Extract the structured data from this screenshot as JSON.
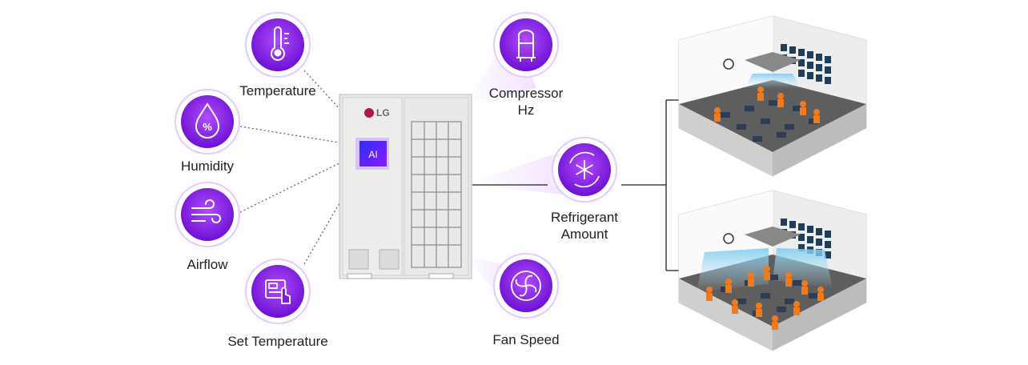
{
  "inputs": [
    {
      "id": "temperature",
      "label": "Temperature",
      "icon": "thermometer-icon"
    },
    {
      "id": "humidity",
      "label": "Humidity",
      "icon": "humidity-drop-icon"
    },
    {
      "id": "airflow",
      "label": "Airflow",
      "icon": "wind-icon"
    },
    {
      "id": "set-temperature",
      "label": "Set Temperature",
      "icon": "thermostat-touch-icon"
    }
  ],
  "outputs": [
    {
      "id": "compressor",
      "label_line1": "Compressor",
      "label_line2": "Hz",
      "icon": "compressor-icon"
    },
    {
      "id": "refrigerant",
      "label_line1": "Refrigerant",
      "label_line2": "Amount",
      "icon": "snowflake-cycle-icon"
    },
    {
      "id": "fan",
      "label_line1": "Fan Speed",
      "label_line2": "",
      "icon": "fan-icon"
    }
  ],
  "unit": {
    "brand": "LG",
    "chip_label": "AI",
    "colors": {
      "accent": "#7a1fd6",
      "glow": "#c58cff",
      "occupant": "#f07a1e",
      "airflow": "#9fd8f5"
    }
  },
  "rooms": [
    {
      "id": "room-low-occupancy",
      "icon": "classroom-low-occupancy"
    },
    {
      "id": "room-high-occupancy",
      "icon": "classroom-high-occupancy"
    }
  ]
}
